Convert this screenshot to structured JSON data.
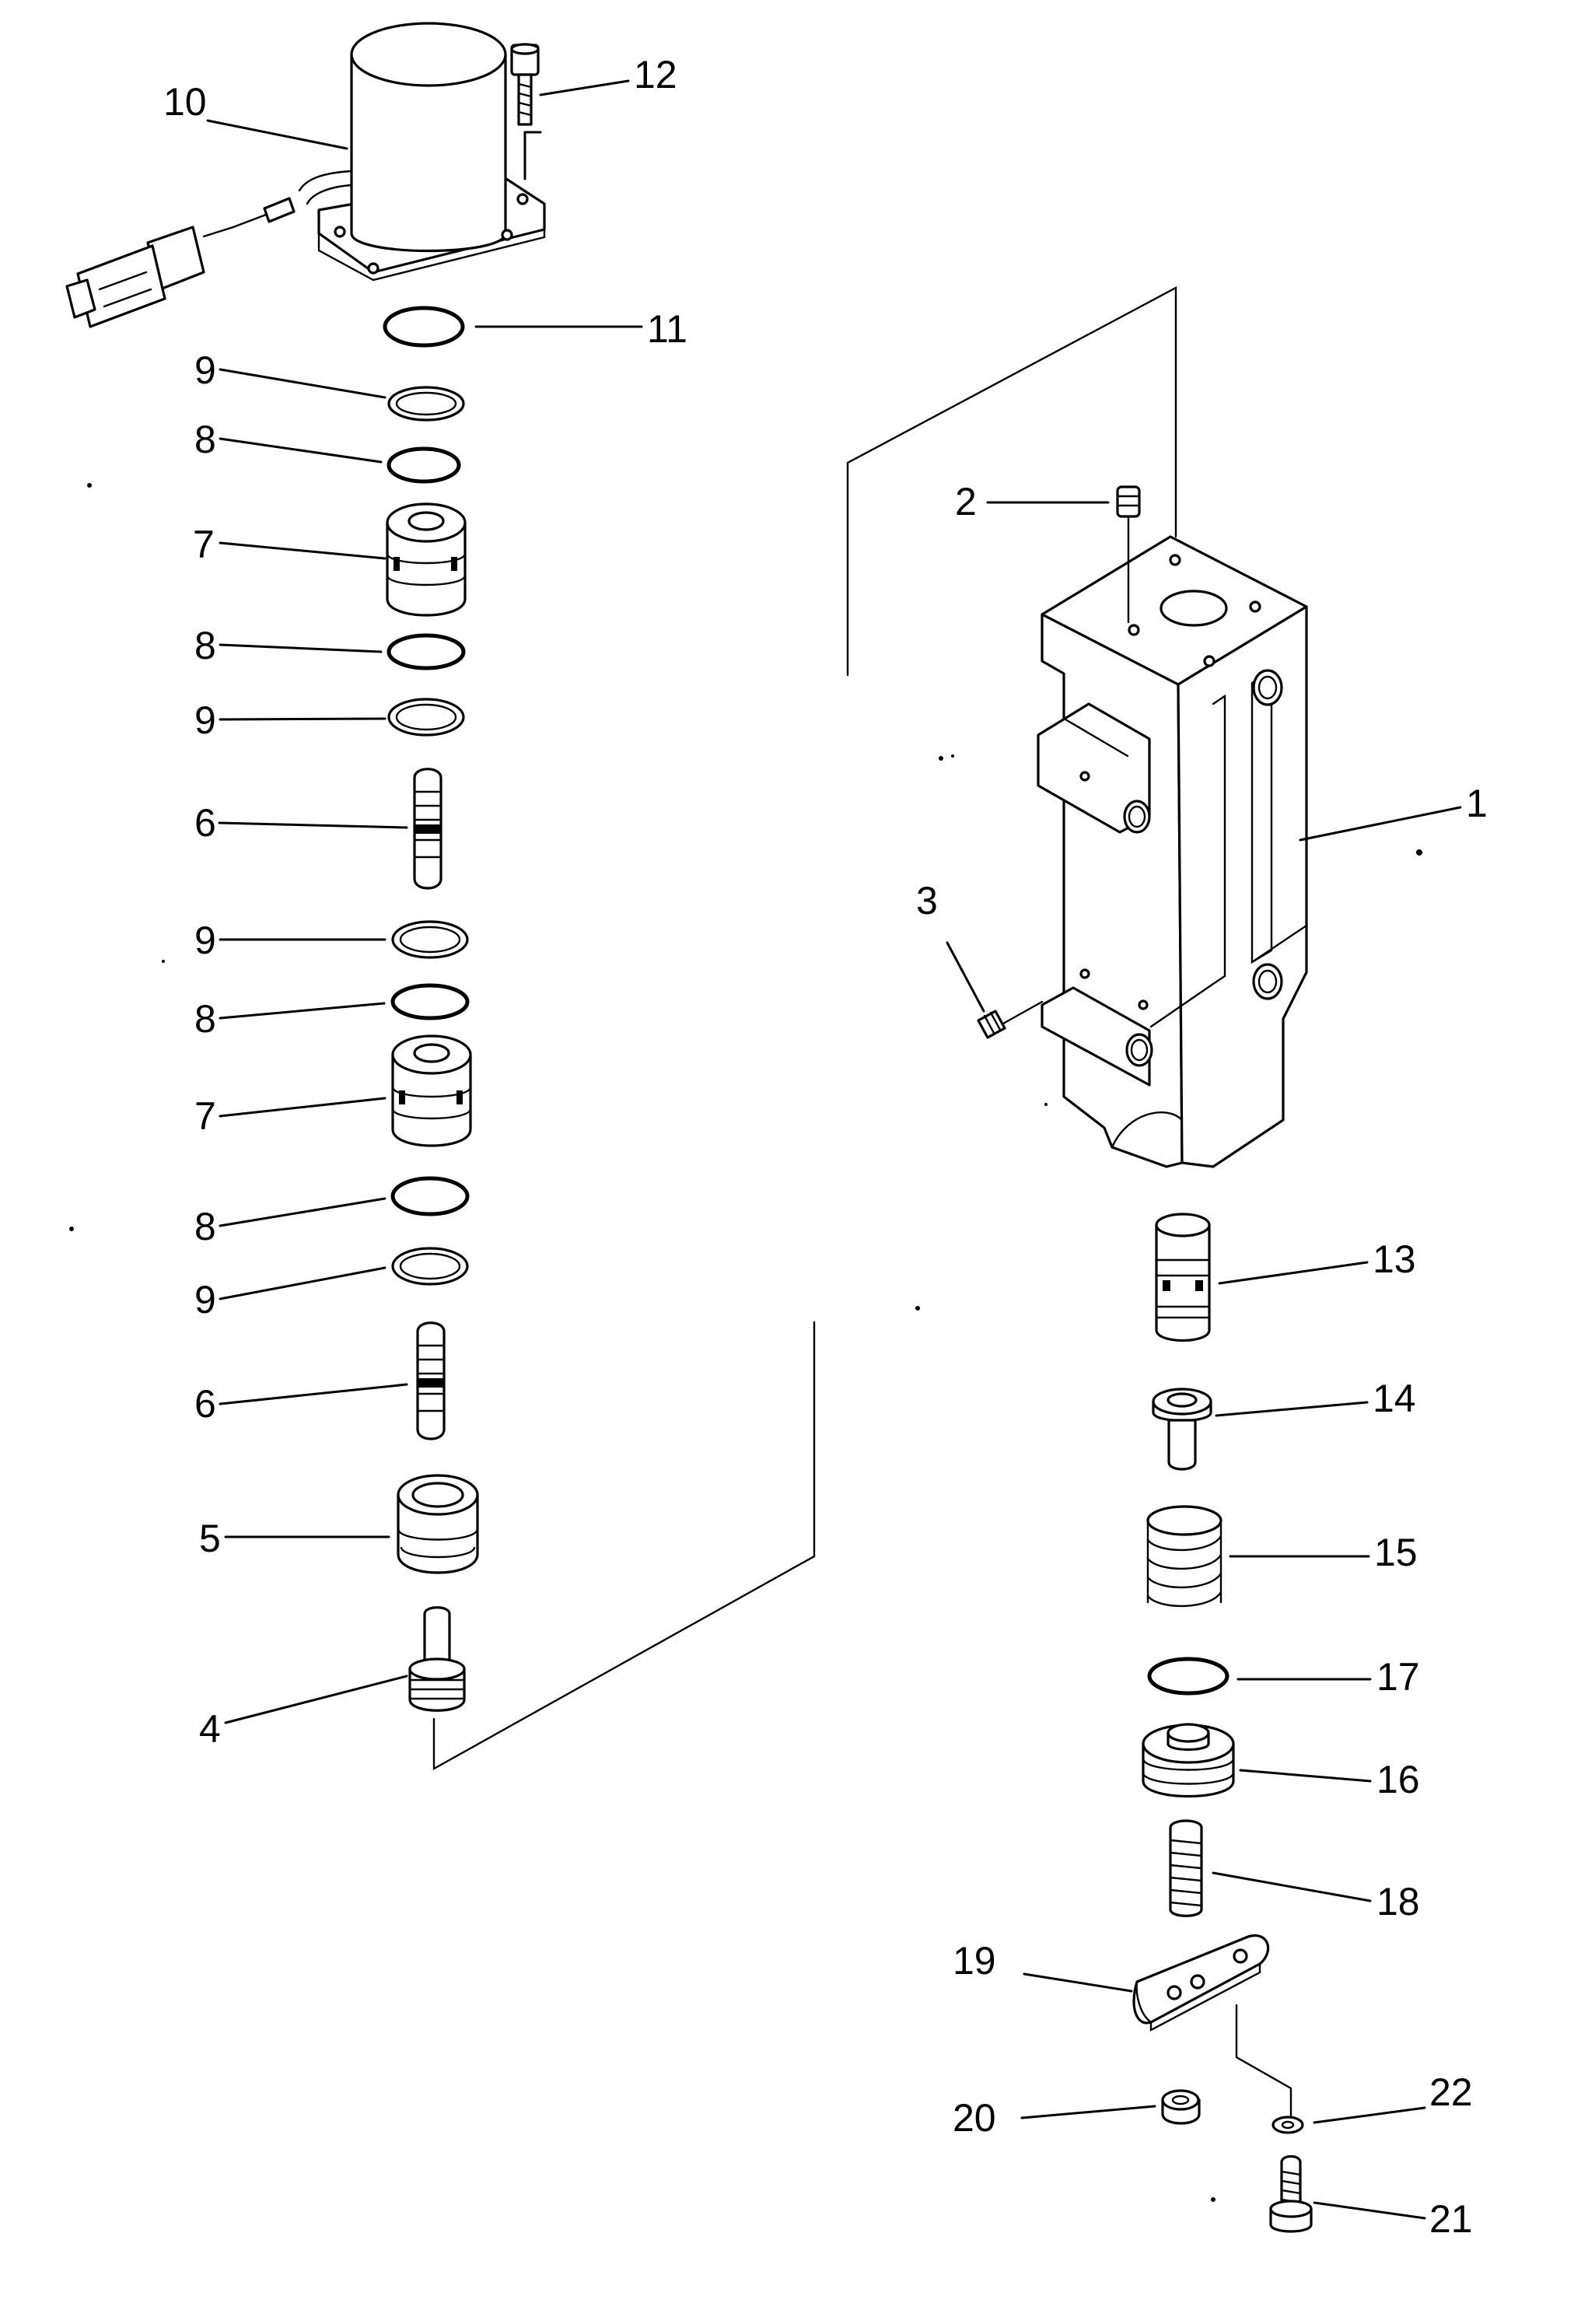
{
  "diagram": {
    "callouts": [
      "1",
      "2",
      "3",
      "4",
      "5",
      "6",
      "6",
      "7",
      "7",
      "8",
      "8",
      "8",
      "8",
      "9",
      "9",
      "9",
      "9",
      "10",
      "11",
      "12",
      "13",
      "14",
      "15",
      "16",
      "17",
      "18",
      "19",
      "20",
      "21",
      "22"
    ]
  },
  "colors": {
    "ink": "#000000",
    "paper": "#ffffff"
  }
}
